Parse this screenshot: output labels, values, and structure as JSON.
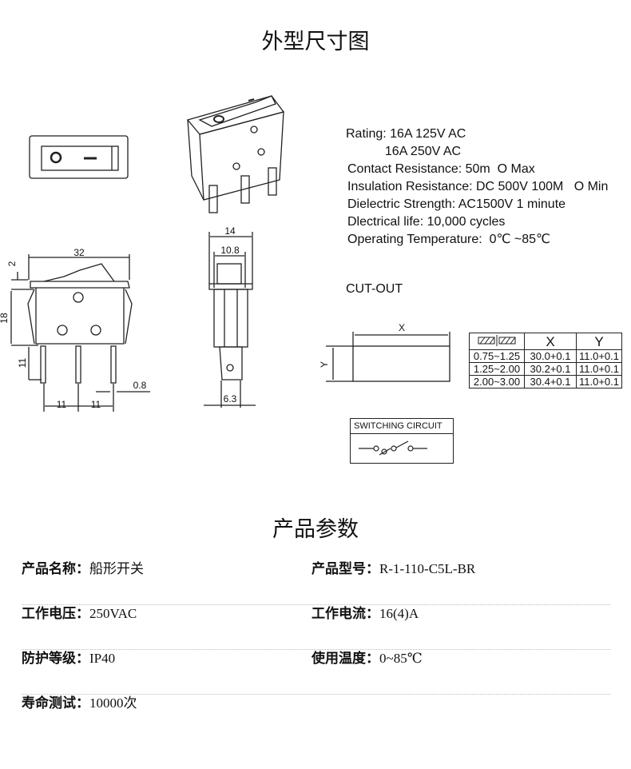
{
  "outline_title": "外型尺寸图",
  "specs": [
    "Rating: 16A 125V AC",
    "           16A 250V AC",
    "Contact Resistance: 50m  O Max",
    "Insulation Resistance: DC 500V 100M   O Min",
    "Dielectric Strength: AC1500V 1 minute",
    "Dlectrical life: 10,000 cycles",
    "Operating Temperature:  0℃ ~85℃"
  ],
  "cutout_label": "CUT-OUT",
  "cutout_dims": {
    "x": "X",
    "y": "Y"
  },
  "cutout_table": {
    "headers": [
      "X",
      "Y"
    ],
    "rows": [
      [
        "0.75~1.25",
        "30.0+0.1",
        "11.0+0.1"
      ],
      [
        "1.25~2.00",
        "30.2+0.1",
        "11.0+0.1"
      ],
      [
        "2.00~3.00",
        "30.4+0.1",
        "11.0+0.1"
      ]
    ]
  },
  "switching_circuit_label": "SWITCHING CIRCUIT",
  "dimensions": {
    "width": "32",
    "rocker": "2",
    "body_height": "18",
    "pin_length": "11",
    "pin_pitch_1": "11",
    "pin_pitch_2": "11",
    "pin_thickness": "0.8",
    "side_width": "14",
    "side_inner": "10.8",
    "terminal_width": "6.3"
  },
  "params_title": "产品参数",
  "params": [
    [
      {
        "k": "产品名称：",
        "v": "船形开关"
      },
      {
        "k": "产品型号：",
        "v": "R-1-110-C5L-BR"
      }
    ],
    [
      {
        "k": "工作电压：",
        "v": "250VAC"
      },
      {
        "k": "工作电流：",
        "v": "16(4)A"
      }
    ],
    [
      {
        "k": "防护等级：",
        "v": "IP40"
      },
      {
        "k": "使用温度：",
        "v": "0~85℃"
      }
    ],
    [
      {
        "k": "寿命测试：",
        "v": "10000次"
      }
    ]
  ]
}
